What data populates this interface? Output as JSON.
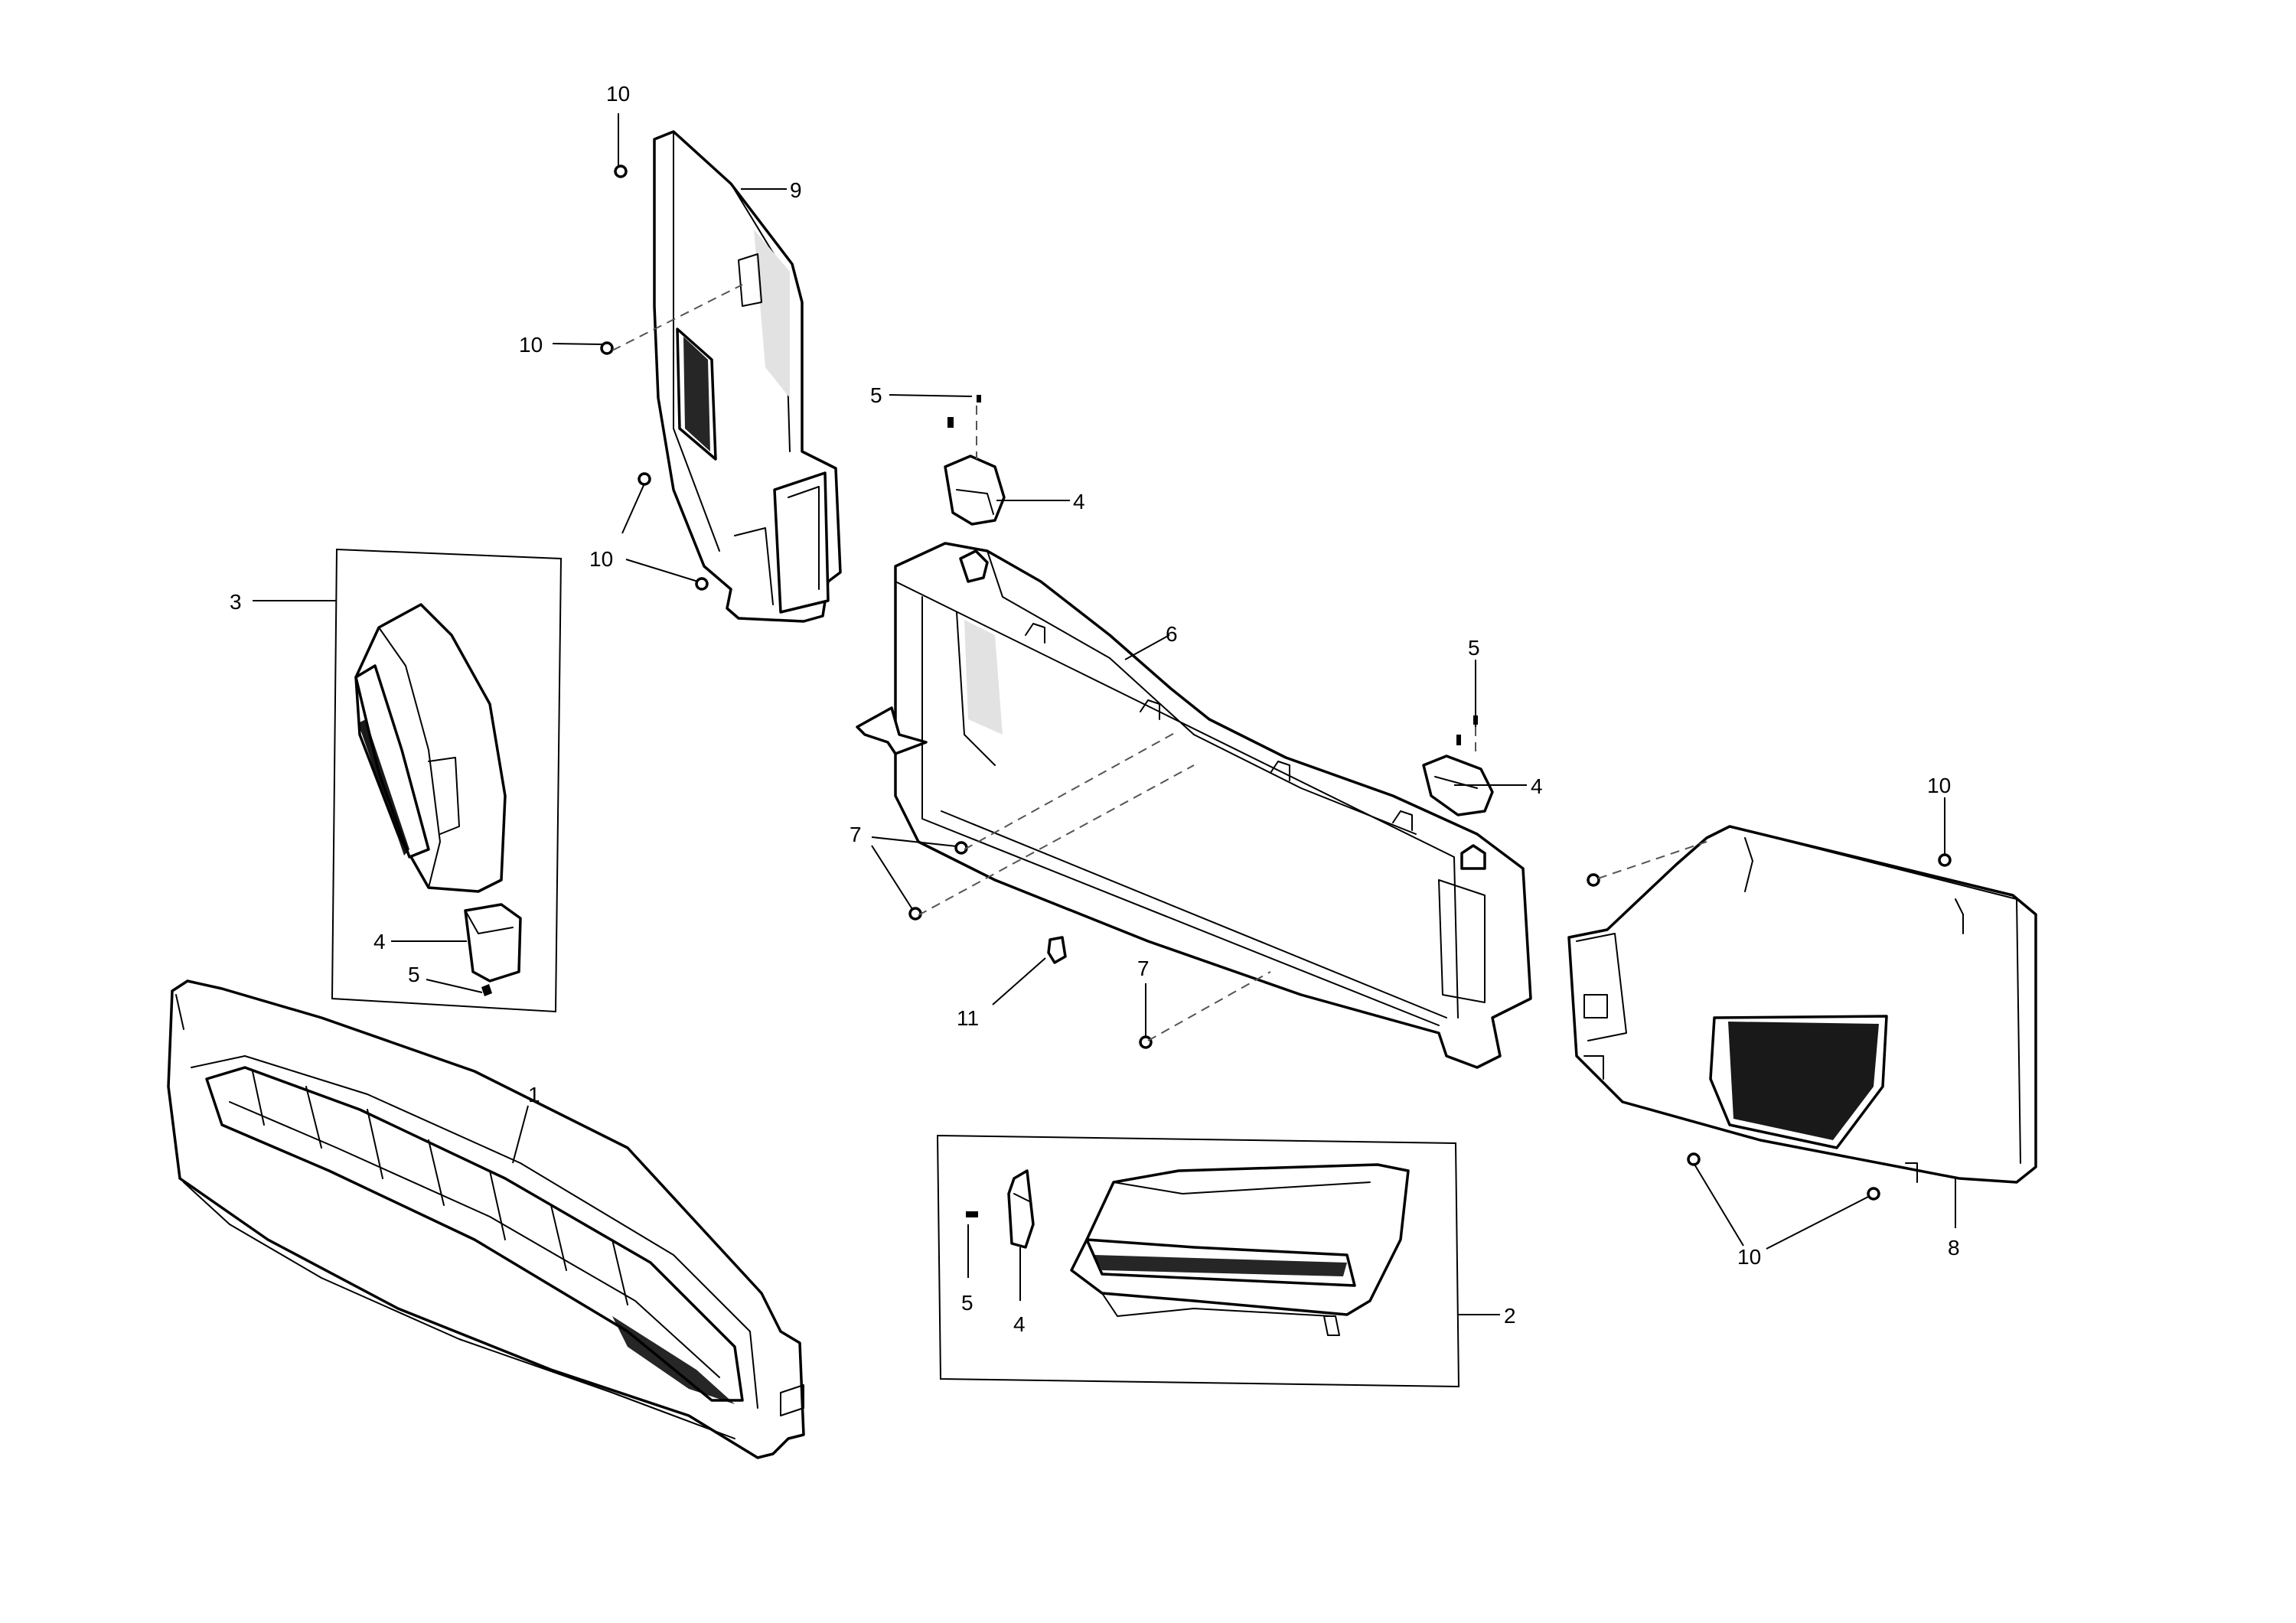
{
  "callouts": {
    "c1": "1",
    "c2": "2",
    "c3": "3",
    "c4a": "4",
    "c4b": "4",
    "c4c": "4",
    "c4d": "4",
    "c5a": "5",
    "c5b": "5",
    "c5c": "5",
    "c5d": "5",
    "c6": "6",
    "c7a": "7",
    "c7b": "7",
    "c8": "8",
    "c9": "9",
    "c10a": "10",
    "c10b": "10",
    "c10c": "10",
    "c10d": "10",
    "c10e": "10",
    "c11": "11"
  }
}
